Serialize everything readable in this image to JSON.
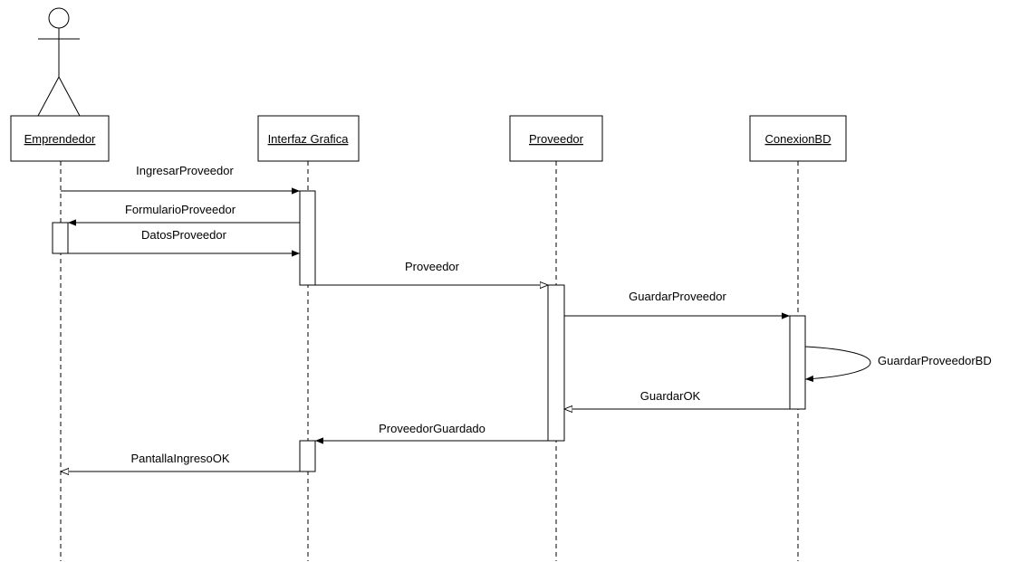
{
  "participants": {
    "emprendedor": "Emprendedor",
    "interfaz": "Interfaz Grafica",
    "proveedor": "Proveedor",
    "conexion": "ConexionBD"
  },
  "messages": {
    "m1": "IngresarProveedor",
    "m2": "FormularioProveedor",
    "m3": "DatosProveedor",
    "m4": "Proveedor",
    "m5": "GuardarProveedor",
    "m6": "GuardarProveedorBD",
    "m7": "GuardarOK",
    "m8": "ProveedorGuardado",
    "m9": "PantallaIngresoOK"
  }
}
